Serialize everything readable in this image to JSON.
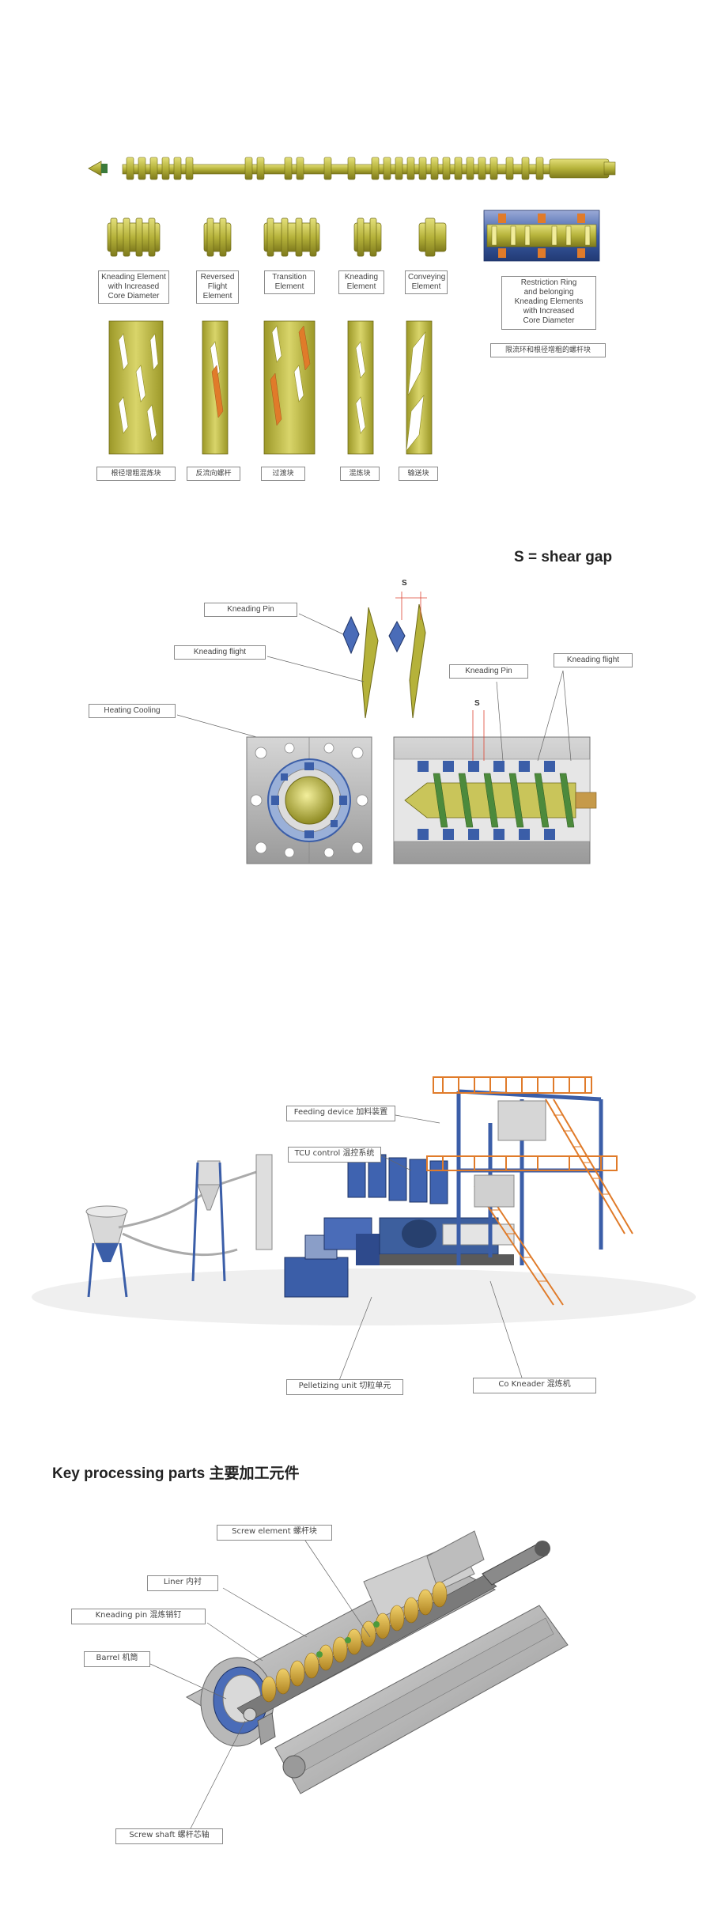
{
  "section1": {
    "element_labels": [
      "Kneading Element\nwith Increased\nCore Diameter",
      "Reversed\nFlight\nElement",
      "Transition\nElement",
      "Kneading\nElement",
      "Conveying\nElement"
    ],
    "restriction_label": "Restriction Ring\nand belonging\nKneading Elements\nwith Increased\nCore Diameter",
    "restriction_cn": "限流环和根径增粗的螺杆块",
    "cn_labels": [
      "根径增粗混炼块",
      "反流向螺杆",
      "过渡块",
      "混炼块",
      "输送块"
    ]
  },
  "section2": {
    "title": "S = shear gap",
    "s_marker": "S",
    "labels": {
      "kneading_pin_left": "Kneading Pin",
      "kneading_flight_left": "Kneading flight",
      "heating_cooling": "Heating Cooling",
      "kneading_pin_right": "Kneading Pin",
      "kneading_flight_right": "Kneading flight"
    }
  },
  "section3": {
    "labels": {
      "feeding": "Feeding device  加料装置",
      "tcu": "TCU control  温控系统",
      "pelletizing": "Pelletizing unit 切粒单元",
      "kneader": "Co Kneader 混炼机"
    }
  },
  "section4": {
    "title": "Key processing parts 主要加工元件",
    "labels": {
      "screw_element": "Screw element 螺杆块",
      "liner": "Liner 内衬",
      "kneading_pin": "Kneading pin 混炼销钉",
      "barrel": "Barrel 机筒",
      "screw_shaft": "Screw shaft 螺杆芯轴"
    }
  },
  "colors": {
    "olive": "#b5b23a",
    "olive_dark": "#8e8a22",
    "orange": "#e07b2a",
    "steel_blue": "#3b5ea8",
    "grey": "#c8c8c8"
  }
}
